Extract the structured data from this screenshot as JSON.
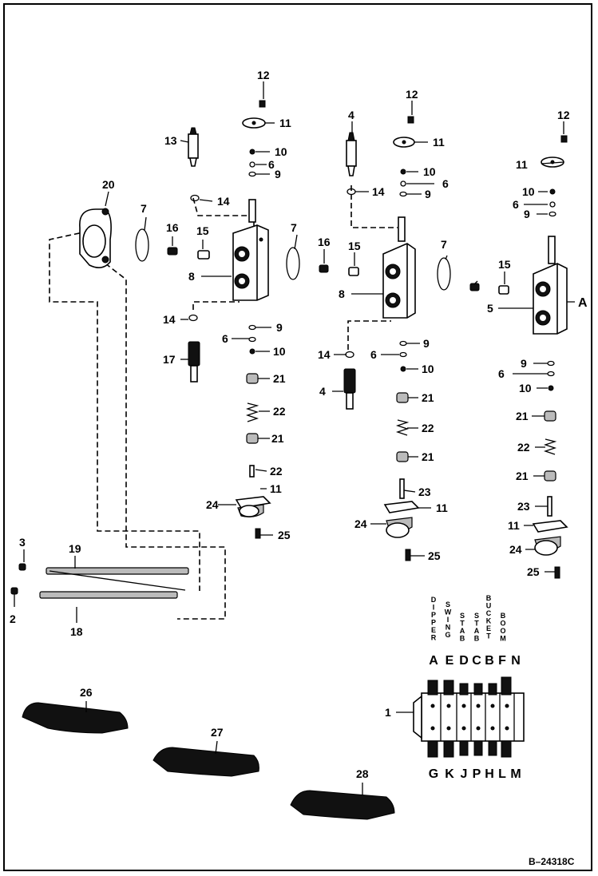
{
  "drawing_ref": "B–24318C",
  "callouts": {
    "s1": {
      "c12": "12",
      "c11": "11",
      "c13": "13",
      "c10": "10",
      "c6": "6",
      "c9": "9",
      "c14": "14",
      "c16": "16",
      "c15": "15",
      "c7": "7",
      "c8": "8",
      "c20": "20",
      "c14b": "14",
      "c6b": "6",
      "c9b": "9",
      "c10b": "10",
      "c17": "17",
      "c21": "21",
      "c22": "22",
      "c21b": "21",
      "c22b": "22",
      "c11b": "11",
      "c24": "24",
      "c25": "25"
    },
    "s2": {
      "c12": "12",
      "c11": "11",
      "c4": "4",
      "c10": "10",
      "c6": "6",
      "c9": "9",
      "c14": "14",
      "c7": "7",
      "c16": "16",
      "c15": "15",
      "c8": "8",
      "c9b": "9",
      "c14b": "14",
      "c6b": "6",
      "c10b": "10",
      "c4b": "4",
      "c21": "21",
      "c22": "22",
      "c21b": "21",
      "c23": "23",
      "c11b": "11",
      "c24": "24",
      "c25": "25"
    },
    "s3": {
      "c12": "12",
      "c11": "11",
      "c10": "10",
      "c6": "6",
      "c9": "9",
      "c7": "7",
      "c15": "15",
      "c5": "5",
      "cA": "A",
      "c9b": "9",
      "c6b": "6",
      "c10b": "10",
      "c21": "21",
      "c22": "22",
      "c21b": "21",
      "c23": "23",
      "c11b": "11",
      "c24": "24",
      "c25": "25"
    },
    "rods": {
      "c3": "3",
      "c19": "19",
      "c2": "2",
      "c18": "18"
    },
    "decals": {
      "c26": "26",
      "c27": "27",
      "c28": "28"
    },
    "assy": {
      "c1": "1"
    }
  },
  "sections": {
    "dipper": "DIPPER",
    "swing": "SWING",
    "stab1": "STAB",
    "stab2": "STAB",
    "bucket": "BUCKET",
    "boom": "BOOM"
  },
  "top_letters": [
    "A",
    "E",
    "D",
    "C",
    "B",
    "F",
    "N"
  ],
  "bottom_letters": [
    "G",
    "K",
    "J",
    "P",
    "H",
    "L",
    "M"
  ]
}
